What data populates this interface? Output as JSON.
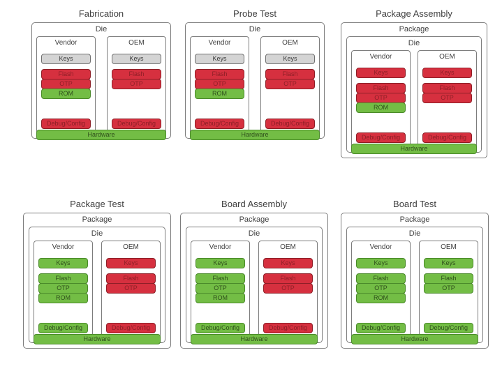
{
  "figure": {
    "block_labels": {
      "keys": "Keys",
      "flash": "Flash",
      "otp": "OTP",
      "rom": "ROM",
      "debug": "Debug/Config",
      "hardware": "Hardware"
    },
    "frame_labels": {
      "package": "Package",
      "die": "Die",
      "vendor": "Vendor",
      "oem": "OEM"
    },
    "colors": {
      "red": "#d6303f",
      "red_border": "#8e1f27",
      "green": "#73bd45",
      "green_border": "#4a8a2a",
      "gray": "#d4d4d4",
      "gray_border": "#6f6f6f",
      "frame_border": "#7c7c7c",
      "text": "#3c3c3c",
      "background": "#ffffff"
    }
  },
  "panels": [
    {
      "id": "fabrication",
      "title": "Fabrication",
      "has_package": false,
      "vendor": {
        "keys": "gray",
        "flash": "red",
        "otp": "red",
        "rom": "green",
        "debug": "red"
      },
      "oem": {
        "keys": "gray",
        "flash": "red",
        "otp": "red",
        "rom": null,
        "debug": "red"
      },
      "hardware": "green"
    },
    {
      "id": "probe-test",
      "title": "Probe Test",
      "has_package": false,
      "vendor": {
        "keys": "gray",
        "flash": "red",
        "otp": "red",
        "rom": "green",
        "debug": "red"
      },
      "oem": {
        "keys": "gray",
        "flash": "red",
        "otp": "red",
        "rom": null,
        "debug": "red"
      },
      "hardware": "green"
    },
    {
      "id": "package-assembly",
      "title": "Package Assembly",
      "has_package": true,
      "vendor": {
        "keys": "red",
        "flash": "red",
        "otp": "red",
        "rom": "green",
        "debug": "red"
      },
      "oem": {
        "keys": "red",
        "flash": "red",
        "otp": "red",
        "rom": null,
        "debug": "red"
      },
      "hardware": "green"
    },
    {
      "id": "package-test",
      "title": "Package Test",
      "has_package": true,
      "vendor": {
        "keys": "green",
        "flash": "green",
        "otp": "green",
        "rom": "green",
        "debug": "green"
      },
      "oem": {
        "keys": "red",
        "flash": "red",
        "otp": "red",
        "rom": null,
        "debug": "red"
      },
      "hardware": "green"
    },
    {
      "id": "board-assembly",
      "title": "Board Assembly",
      "has_package": true,
      "vendor": {
        "keys": "green",
        "flash": "green",
        "otp": "green",
        "rom": "green",
        "debug": "green"
      },
      "oem": {
        "keys": "red",
        "flash": "red",
        "otp": "red",
        "rom": null,
        "debug": "red"
      },
      "hardware": "green"
    },
    {
      "id": "board-test",
      "title": "Board Test",
      "has_package": true,
      "vendor": {
        "keys": "green",
        "flash": "green",
        "otp": "green",
        "rom": "green",
        "debug": "green"
      },
      "oem": {
        "keys": "green",
        "flash": "green",
        "otp": "green",
        "rom": null,
        "debug": "green"
      },
      "hardware": "green"
    }
  ]
}
